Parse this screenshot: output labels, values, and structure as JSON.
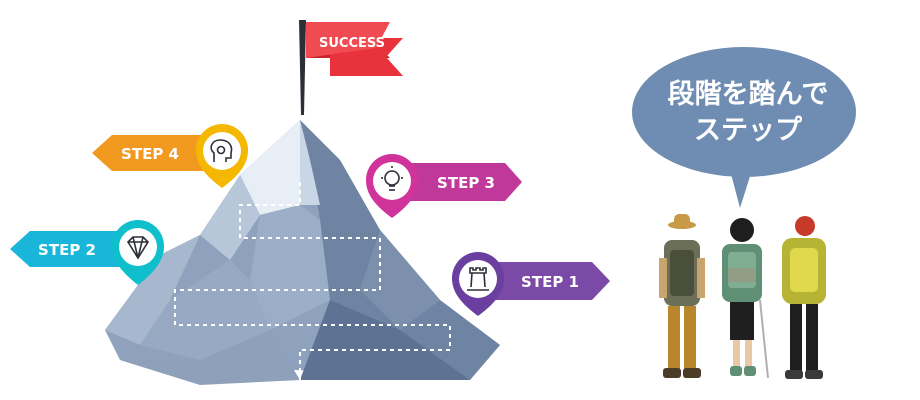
{
  "flag": {
    "label": "SUCCESS",
    "color": "#e8323c"
  },
  "steps": [
    {
      "label": "STEP 1",
      "icon": "chess-rook-icon",
      "color": "#7b4aa6"
    },
    {
      "label": "STEP 2",
      "icon": "diamond-icon",
      "color": "#1ab6d9"
    },
    {
      "label": "STEP 3",
      "icon": "lightbulb-gear-icon",
      "color": "#c0389a"
    },
    {
      "label": "STEP 4",
      "icon": "brain-gear-icon",
      "color": "#f29a1f"
    }
  ],
  "speech_bubble": {
    "line1": "段階を踏んで",
    "line2": "ステップ",
    "color": "#6f8db2"
  },
  "hikers": {
    "count": 3
  }
}
